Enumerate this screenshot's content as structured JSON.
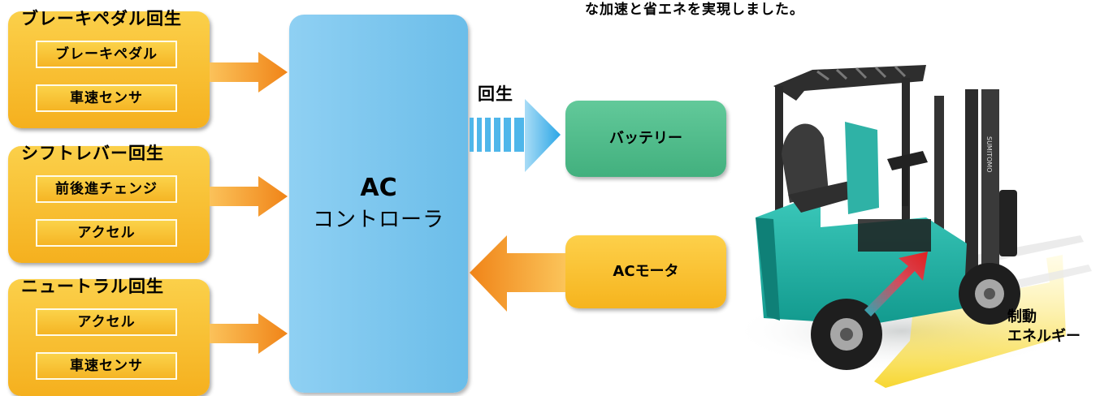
{
  "header": {
    "caption": "な加速と省エネを実現しました。"
  },
  "groups": [
    {
      "title": "ブレーキペダル回生",
      "items": [
        "ブレーキペダル",
        "車速センサ"
      ]
    },
    {
      "title": "シフトレバー回生",
      "items": [
        "前後進チェンジ",
        "アクセル"
      ]
    },
    {
      "title": "ニュートラル回生",
      "items": [
        "アクセル",
        "車速センサ"
      ]
    }
  ],
  "controller": {
    "line1": "AC",
    "line2": "コントローラ"
  },
  "regen_label": "回生",
  "battery_label": "バッテリー",
  "motor_label": "ACモータ",
  "photo": {
    "mast_text": "SUMITOMO",
    "brake_label_line1": "制動",
    "brake_label_line2": "エネルギー"
  },
  "colors": {
    "orange_box": "#f5b01e",
    "controller_blue": "#7cc6ee",
    "battery_green": "#4fba89",
    "arrow_orange": "#f28a1e",
    "arrow_blue": "#3fb0e8",
    "forklift_teal": "#1fb5a8"
  }
}
